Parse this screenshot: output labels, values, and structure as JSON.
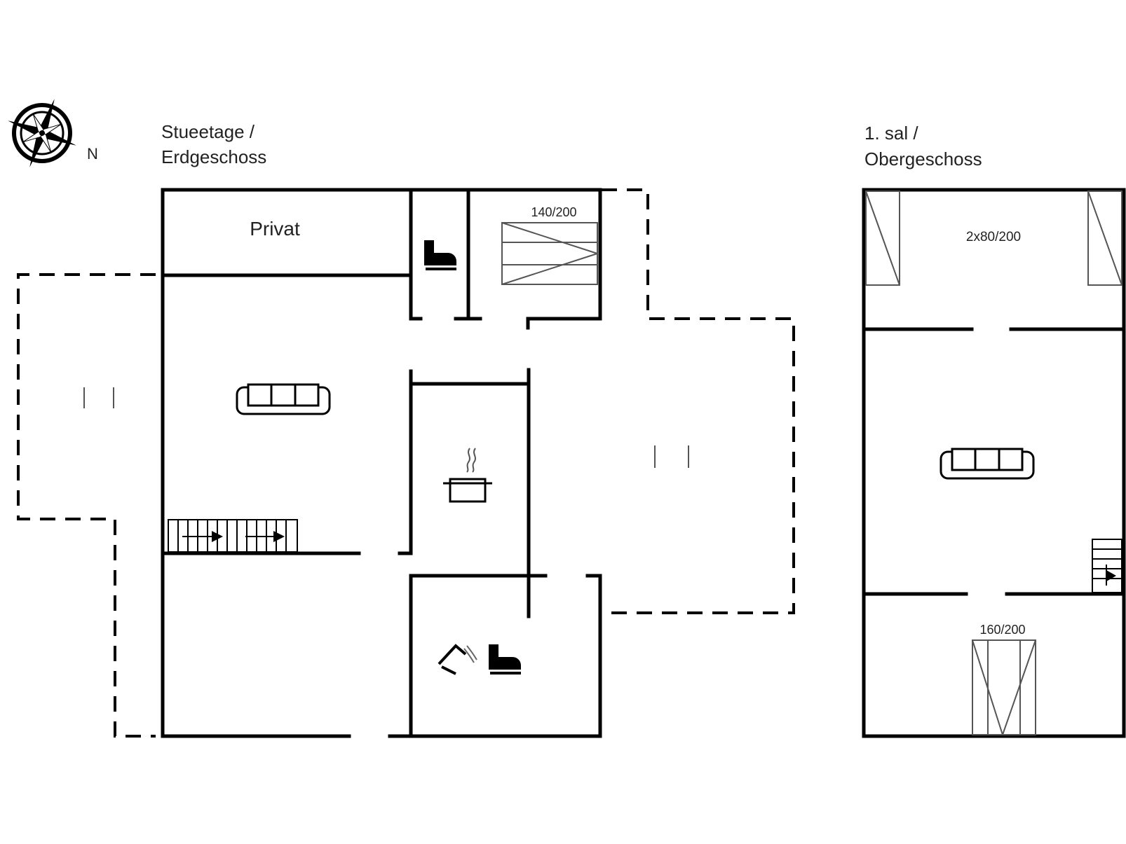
{
  "floors": {
    "ground": {
      "title_line1": "Stueetage /",
      "title_line2": "Erdgeschoss",
      "rooms": {
        "private_label": "Privat"
      },
      "bed_label": "140/200"
    },
    "upper": {
      "title_line1": "1. sal /",
      "title_line2": "Obergeschoss",
      "beds_top_label": "2x80/200",
      "bed_bottom_label": "160/200"
    }
  },
  "compass": {
    "north_label": "N"
  }
}
